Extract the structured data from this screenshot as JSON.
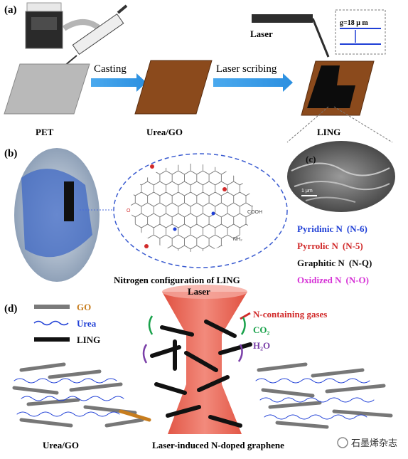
{
  "panel_a": {
    "tag": "(a)",
    "step1": "Casting",
    "step2": "Laser scribing",
    "laser": "Laser",
    "gap": "g=18 μ m",
    "substrate1": "PET",
    "substrate2": "Urea/GO",
    "substrate3": "LING"
  },
  "panel_b": {
    "tag": "(b)",
    "caption": "Nitrogen configuration of LING",
    "group_cooh": "COOH",
    "group_nh2": "NH₂",
    "group_o": "O"
  },
  "panel_c": {
    "tag": "(c)",
    "scale": "1 μm"
  },
  "nitrogen_types": [
    {
      "name": "Pyridinic N",
      "code": "(N-6)",
      "color": "#1f3fd6"
    },
    {
      "name": "Pyrrolic N",
      "code": "(N-5)",
      "color": "#d12a2a"
    },
    {
      "name": "Graphitic N",
      "code": "(N-Q)",
      "color": "#111111"
    },
    {
      "name": "Oxidized N",
      "code": "(N-O)",
      "color": "#d633d6"
    }
  ],
  "panel_d": {
    "tag": "(d)",
    "laser": "Laser",
    "legend": [
      {
        "name": "GO",
        "color": "#c77d1e"
      },
      {
        "name": "Urea",
        "color": "#1f3fd6"
      },
      {
        "name": "LING",
        "color": "#111111"
      }
    ],
    "gas1": "N-containing gases",
    "gas2": "CO₂",
    "gas3": "H₂O",
    "left_label": "Urea/GO",
    "right_label": "Laser-induced N-doped graphene"
  },
  "watermark": "石墨烯杂志"
}
